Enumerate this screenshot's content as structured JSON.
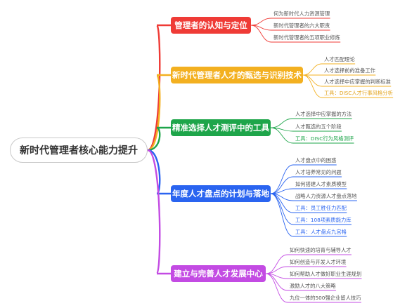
{
  "root": {
    "label": "新时代管理者核心能力提升"
  },
  "branches": [
    {
      "label": "管理者的认知与定位",
      "color": "#ef3b36",
      "items": [
        {
          "text": "何为新时代人力资源管理",
          "tool": false
        },
        {
          "text": "新时代管理者的六大职责",
          "tool": false
        },
        {
          "text": "新时代管理者的五项职业修炼",
          "tool": false
        }
      ]
    },
    {
      "label": "新时代管理者人才的甄选与识别技术",
      "color": "#f3b020",
      "items": [
        {
          "text": "人才匹配理论",
          "tool": false
        },
        {
          "text": "人才选择前的准备工作",
          "tool": false
        },
        {
          "text": "人才选择中应掌握的判断标准",
          "tool": false
        },
        {
          "text": "工具：DISC人才行事风格分析",
          "tool": true
        }
      ]
    },
    {
      "label": "精准选择人才测评中的工具",
      "color": "#1ea54a",
      "items": [
        {
          "text": "人才选择中应掌握的方法",
          "tool": false
        },
        {
          "text": "人才甄选的五个阶段",
          "tool": false
        },
        {
          "text": "工具：DISC行为风格测评",
          "tool": true
        }
      ]
    },
    {
      "label": "年度人才盘点的计划与落地",
      "color": "#2a64f0",
      "items": [
        {
          "text": "人才盘点中的困惑",
          "tool": false
        },
        {
          "text": "人才培养常见的问题",
          "tool": false
        },
        {
          "text": "如何搭建人才素质模型",
          "tool": false
        },
        {
          "text": "战略人力资源人才盘点落地",
          "tool": false
        },
        {
          "text": "工具：员工胜任力匹配",
          "tool": true
        },
        {
          "text": "工具：108项素质能力库",
          "tool": true
        },
        {
          "text": "工具：人才盘点九宫格",
          "tool": true
        }
      ]
    },
    {
      "label": "建立与完善人才发展中心",
      "color": "#c34be3",
      "items": [
        {
          "text": "如何快速的培育与辅导人才",
          "tool": false
        },
        {
          "text": "如何创造与开发人才环境",
          "tool": false
        },
        {
          "text": "如何帮助人才做好职业生涯规划",
          "tool": false
        },
        {
          "text": "激励人才的八大策略",
          "tool": false
        },
        {
          "text": "九位一体的500强企业留人技巧",
          "tool": false
        }
      ]
    }
  ]
}
